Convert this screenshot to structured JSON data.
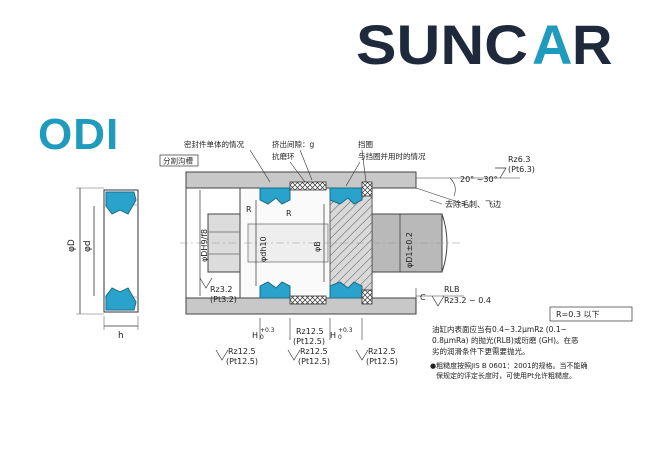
{
  "brand": {
    "name": "SUNCAR"
  },
  "product": {
    "code": "ODI"
  },
  "labels": {
    "seal_single": "密封件单体的情况",
    "groove": "分割沟槽",
    "extrusion_gap": "挤出间隙：g",
    "backup_ring": "抗磨环",
    "wiper": "挡圈",
    "with_wiper": "与挡圈并用时的情况",
    "angle": "20° ~30°",
    "deburr": "去除毛刺、飞边",
    "rz63": "Rz6.3",
    "pt63": "(Pt6.3)",
    "rz32": "Rz3.2",
    "pt32": "(Pt3.2)",
    "rlb": "RLB",
    "rz_range": "Rz3.2 ~ 0.4",
    "c": "C",
    "r_small": "R",
    "r_note": "R=0.3 以下",
    "phi_D": "φD",
    "phi_d": "φd",
    "h": "h",
    "phi_DH9f8": "φDH9/f8",
    "phi_dh10": "φdh10",
    "phi_B": "φB",
    "phi_D1": "φD1±0.2",
    "ha": "H",
    "ha_tol": "+0.3",
    "ha_tol2": "0",
    "rz125": "Rz12.5",
    "pt125": "(Pt12.5)",
    "note1_line1": "油缸内表面应当有0.4~3.2μmRz (0.1~",
    "note1_line2": "0.8μmRa) 的抛光(RLB)或珩磨 (GH)。在恶",
    "note1_line3": "劣的润滑条件下更需要抛光。",
    "note2_line1": "●粗糙度按照JIS B 0601：2001的规格。当不能确",
    "note2_line2": "保规定的评定长度时，可使用Pt允许粗糙度。"
  },
  "colors": {
    "brand_dark": "#1e2a3c",
    "brand_accent": "#1f9bbd",
    "seal_blue": "#2aa3cc",
    "housing_gray": "#c8c8c8"
  }
}
